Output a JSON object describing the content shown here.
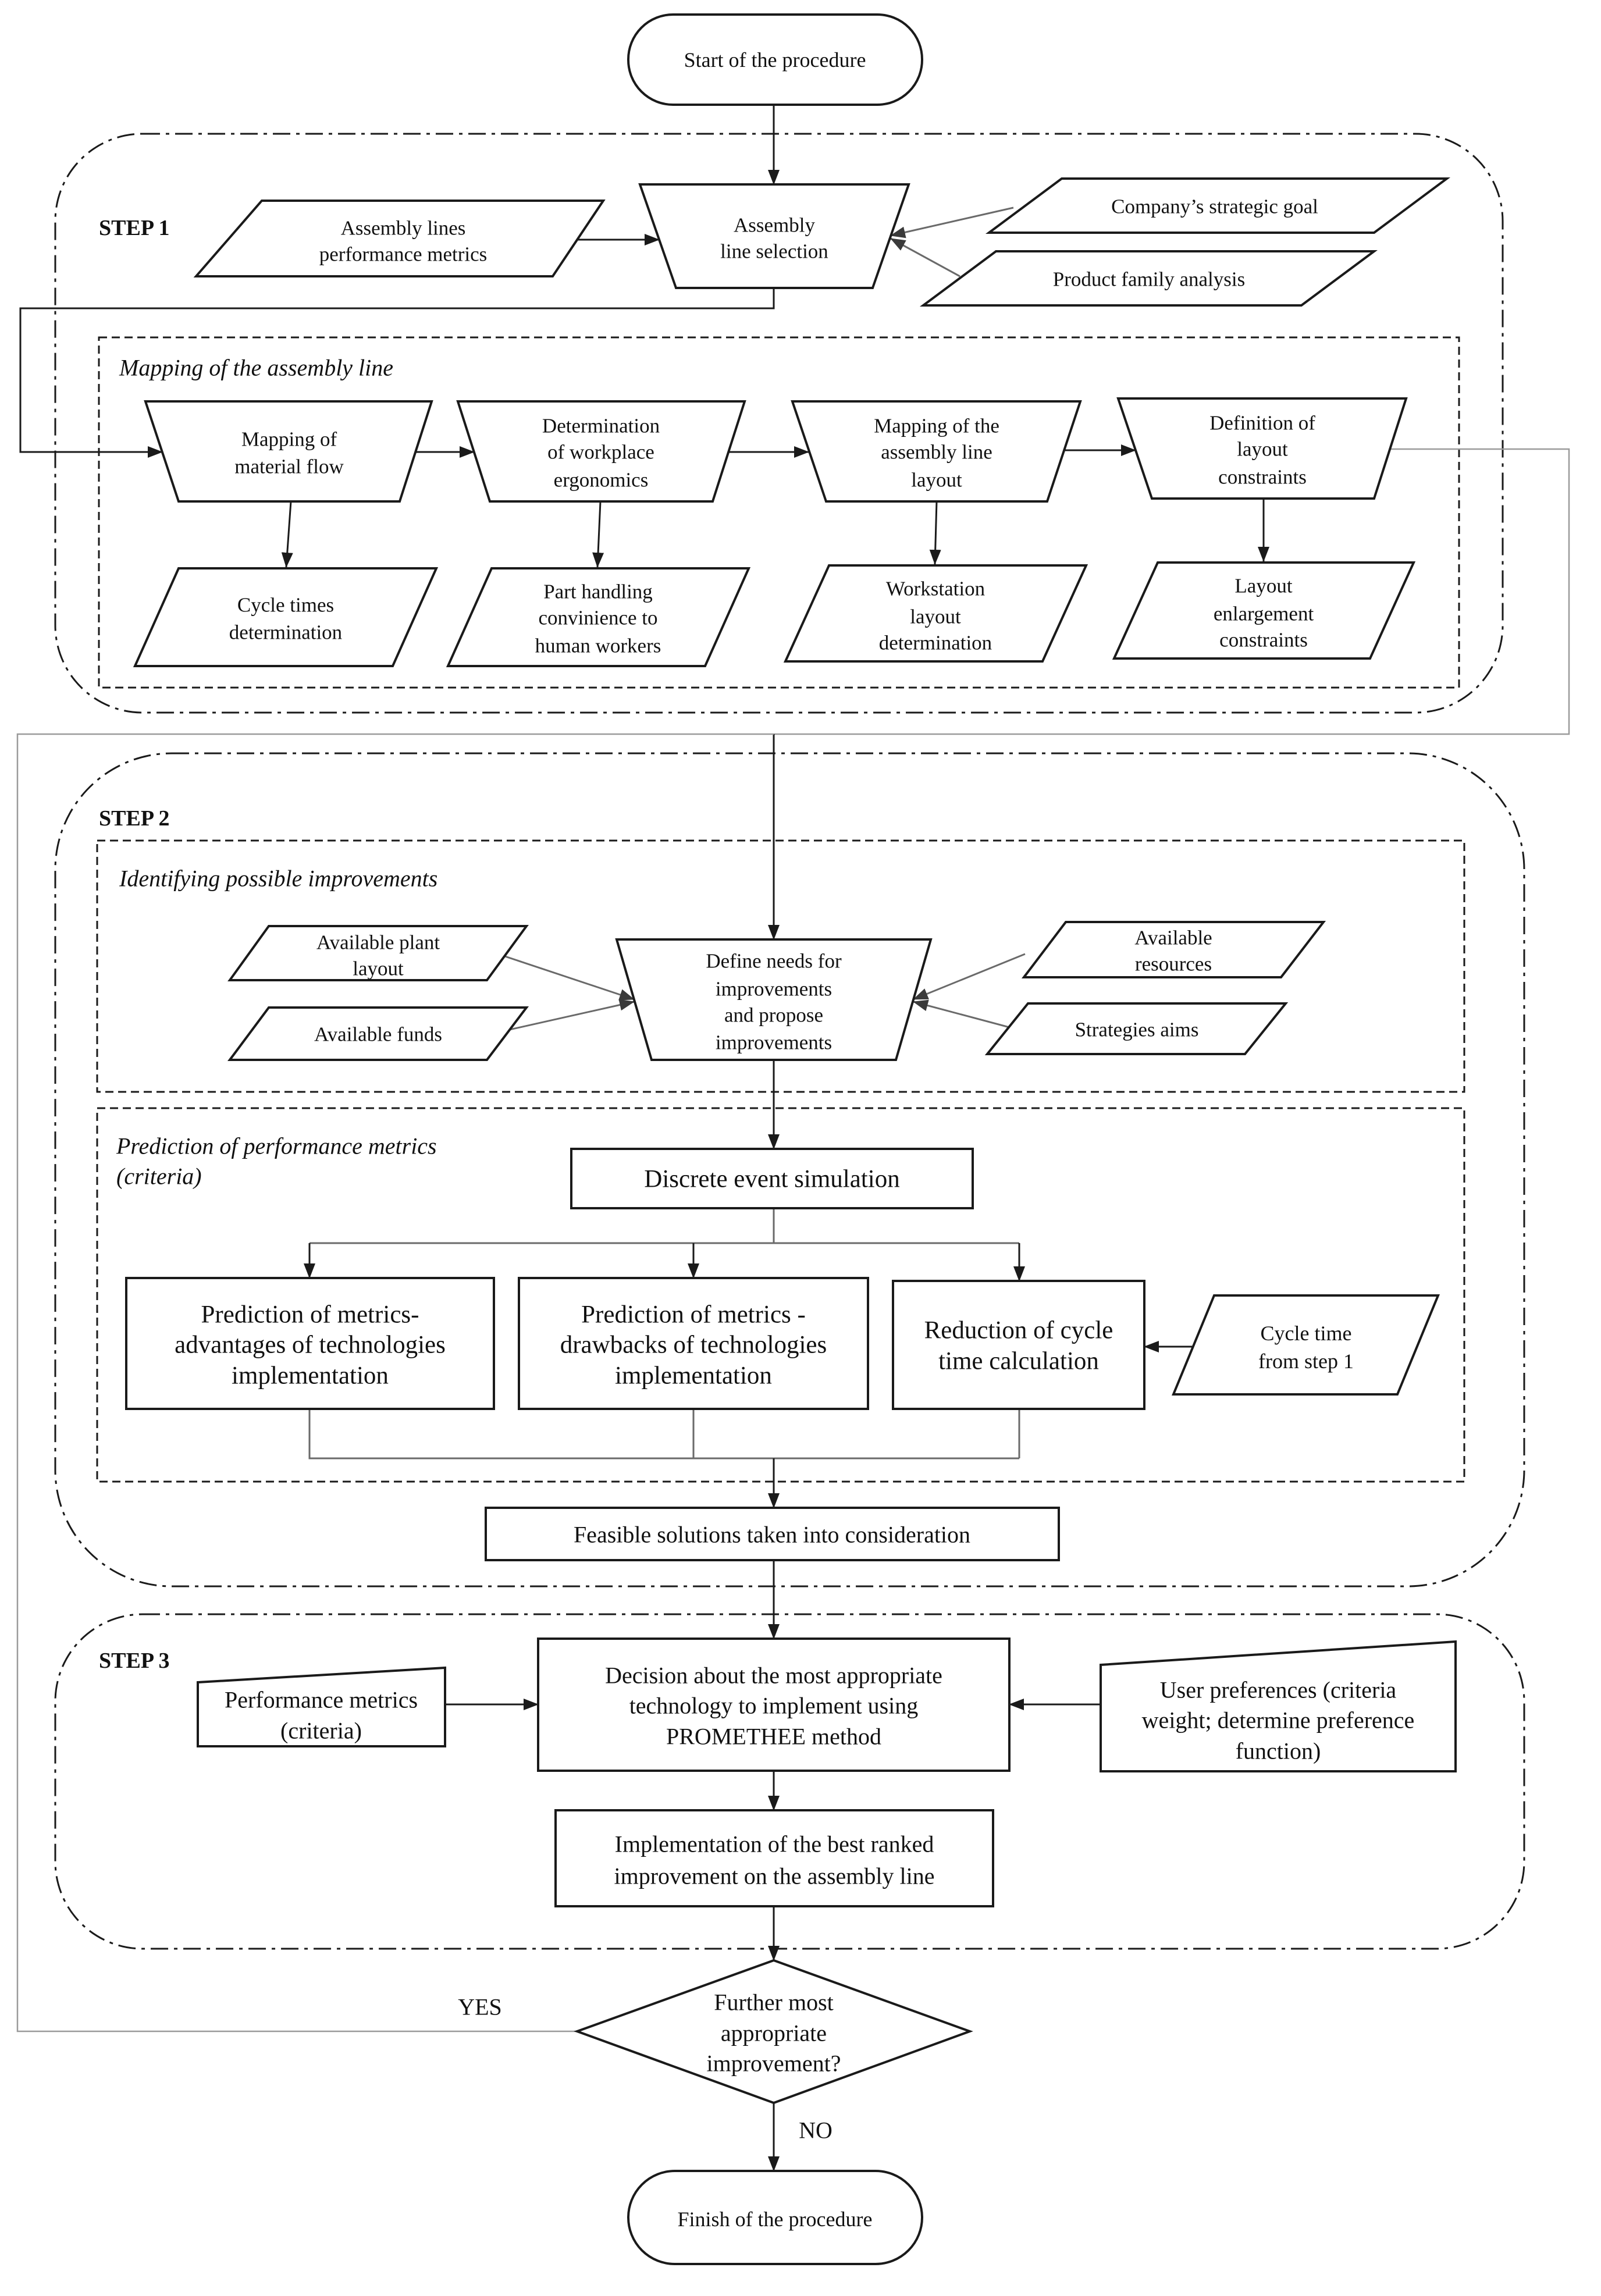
{
  "procedure": {
    "start": "Start of the procedure",
    "finish": "Finish of the procedure"
  },
  "step1": {
    "label": "STEP 1",
    "performance_metrics": [
      "Assembly lines",
      "performance metrics"
    ],
    "line_selection": [
      "Assembly",
      "line selection"
    ],
    "strategic_goal": "Company’s strategic goal",
    "product_family": "Product family analysis",
    "mapping_label": "Mapping of the assembly line",
    "operations": [
      [
        "Mapping of",
        "material flow"
      ],
      [
        "Determination",
        "of workplace",
        "ergonomics"
      ],
      [
        "Mapping of the",
        "assembly line",
        "layout"
      ],
      [
        "Definition of",
        "layout",
        "constraints"
      ]
    ],
    "outputs": [
      [
        "Cycle times",
        "determination"
      ],
      [
        "Part handling",
        "convinience to",
        "human workers"
      ],
      [
        "Workstation",
        "layout",
        "determination"
      ],
      [
        "Layout",
        "enlargement",
        "constraints"
      ]
    ]
  },
  "step2": {
    "label": "STEP 2",
    "improvements_label": "Identifying possible improvements",
    "inputs_left": [
      [
        "Available plant",
        "layout"
      ],
      [
        "Available funds"
      ]
    ],
    "inputs_right": [
      [
        "Available",
        "resources"
      ],
      [
        "Strategies aims"
      ]
    ],
    "define_needs": [
      "Define needs for",
      "improvements",
      "and propose",
      "improvements"
    ],
    "prediction_label": [
      "Prediction of performance metrics",
      "(criteria)"
    ],
    "simulation": "Discrete event simulation",
    "predictions": [
      [
        "Prediction of metrics-",
        "advantages of technologies",
        "implementation"
      ],
      [
        "Prediction of metrics -",
        "drawbacks of technologies",
        "implementation"
      ],
      [
        "Reduction of cycle",
        "time calculation"
      ]
    ],
    "cycle_time_input": [
      "Cycle time",
      "from step 1"
    ],
    "feasible": "Feasible solutions taken into consideration"
  },
  "step3": {
    "label": "STEP 3",
    "criteria_input": [
      "Performance metrics",
      "(criteria)"
    ],
    "decision": [
      "Decision about the most appropriate",
      "technology to implement using",
      "PROMETHEE method"
    ],
    "user_preferences": [
      "User preferences (criteria",
      "weight; determine preference",
      "function)"
    ],
    "implementation": [
      "Implementation of the best ranked",
      "improvement on the assembly line"
    ]
  },
  "decision_point": {
    "question": [
      "Further most",
      "appropriate",
      "improvement?"
    ],
    "yes": "YES",
    "no": "NO"
  }
}
